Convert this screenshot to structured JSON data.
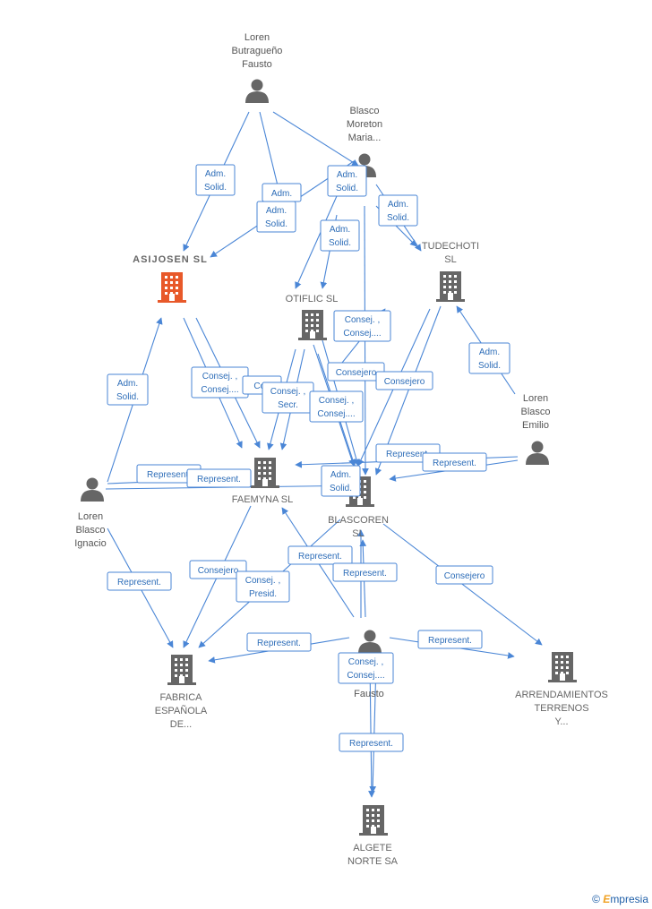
{
  "colors": {
    "edge": "#4a86d6",
    "person": "#666666",
    "company": "#666666",
    "highlight": "#e8592a"
  },
  "nodes": [
    {
      "id": "p_butragueno",
      "type": "person",
      "lines": [
        "Loren",
        "Butragueño",
        "Fausto"
      ]
    },
    {
      "id": "p_moreton",
      "type": "person",
      "lines": [
        "Blasco",
        "Moreton",
        "Maria..."
      ]
    },
    {
      "id": "c_tudechoti",
      "type": "company",
      "lines": [
        "TUDECHOTI",
        "SL"
      ]
    },
    {
      "id": "c_asijosen",
      "type": "company",
      "highlight": true,
      "lines": [
        "ASIJOSEN  SL"
      ]
    },
    {
      "id": "c_otiflic",
      "type": "company",
      "lines": [
        "OTIFLIC  SL"
      ]
    },
    {
      "id": "p_emilio",
      "type": "person",
      "lines": [
        "Loren",
        "Blasco",
        "Emilio"
      ]
    },
    {
      "id": "c_faemyna",
      "type": "company",
      "lines": [
        "FAEMYNA  SL"
      ]
    },
    {
      "id": "c_blascoren",
      "type": "company",
      "lines": [
        "BLASCOREN",
        "SL"
      ]
    },
    {
      "id": "p_ignacio",
      "type": "person",
      "lines": [
        "Loren",
        "Blasco",
        "Ignacio"
      ]
    },
    {
      "id": "p_fausto",
      "type": "person",
      "lines": [
        "Fausto"
      ]
    },
    {
      "id": "c_fabrica",
      "type": "company",
      "lines": [
        "FABRICA",
        "ESPAÑOLA",
        "DE..."
      ]
    },
    {
      "id": "c_arrendamientos",
      "type": "company",
      "lines": [
        "ARRENDAMIENTOS",
        "TERRENOS",
        "Y..."
      ]
    },
    {
      "id": "c_algete",
      "type": "company",
      "lines": [
        "ALGETE",
        "NORTE SA"
      ]
    }
  ],
  "edge_labels": [
    {
      "lines": [
        "Adm.",
        "Solid."
      ]
    },
    {
      "lines": [
        "Adm."
      ]
    },
    {
      "lines": [
        "Adm.",
        "Solid."
      ]
    },
    {
      "lines": [
        "Adm.",
        "Solid."
      ]
    },
    {
      "lines": [
        "Adm.",
        "Solid."
      ]
    },
    {
      "lines": [
        "Adm.",
        "Solid."
      ]
    },
    {
      "lines": [
        "Consej. ,",
        "Consej...."
      ]
    },
    {
      "lines": [
        "Adm.",
        "Solid."
      ]
    },
    {
      "lines": [
        "Adm.",
        "Solid."
      ]
    },
    {
      "lines": [
        "Consej. ,",
        "Consej...."
      ]
    },
    {
      "lines": [
        "Con"
      ]
    },
    {
      "lines": [
        "Consejero"
      ]
    },
    {
      "lines": [
        "Consejero"
      ]
    },
    {
      "lines": [
        "Consej. ,",
        "Secr."
      ]
    },
    {
      "lines": [
        "Consej. ,",
        "Consej...."
      ]
    },
    {
      "lines": [
        "Represent."
      ]
    },
    {
      "lines": [
        "Represent."
      ]
    },
    {
      "lines": [
        "Represent."
      ]
    },
    {
      "lines": [
        "Represent."
      ]
    },
    {
      "lines": [
        "Adm.",
        "Solid."
      ]
    },
    {
      "lines": [
        "Represent."
      ]
    },
    {
      "lines": [
        "Represent."
      ]
    },
    {
      "lines": [
        "Consejero"
      ]
    },
    {
      "lines": [
        "Consej. ,",
        "Presid."
      ]
    },
    {
      "lines": [
        "Consejero"
      ]
    },
    {
      "lines": [
        "Represent."
      ]
    },
    {
      "lines": [
        "Represent."
      ]
    },
    {
      "lines": [
        "Represent."
      ]
    },
    {
      "lines": [
        "Consej. ,",
        "Consej...."
      ]
    },
    {
      "lines": [
        "Represent."
      ]
    }
  ],
  "footer": {
    "copyright": "©",
    "brand_first": "E",
    "brand_rest": "mpresia"
  }
}
